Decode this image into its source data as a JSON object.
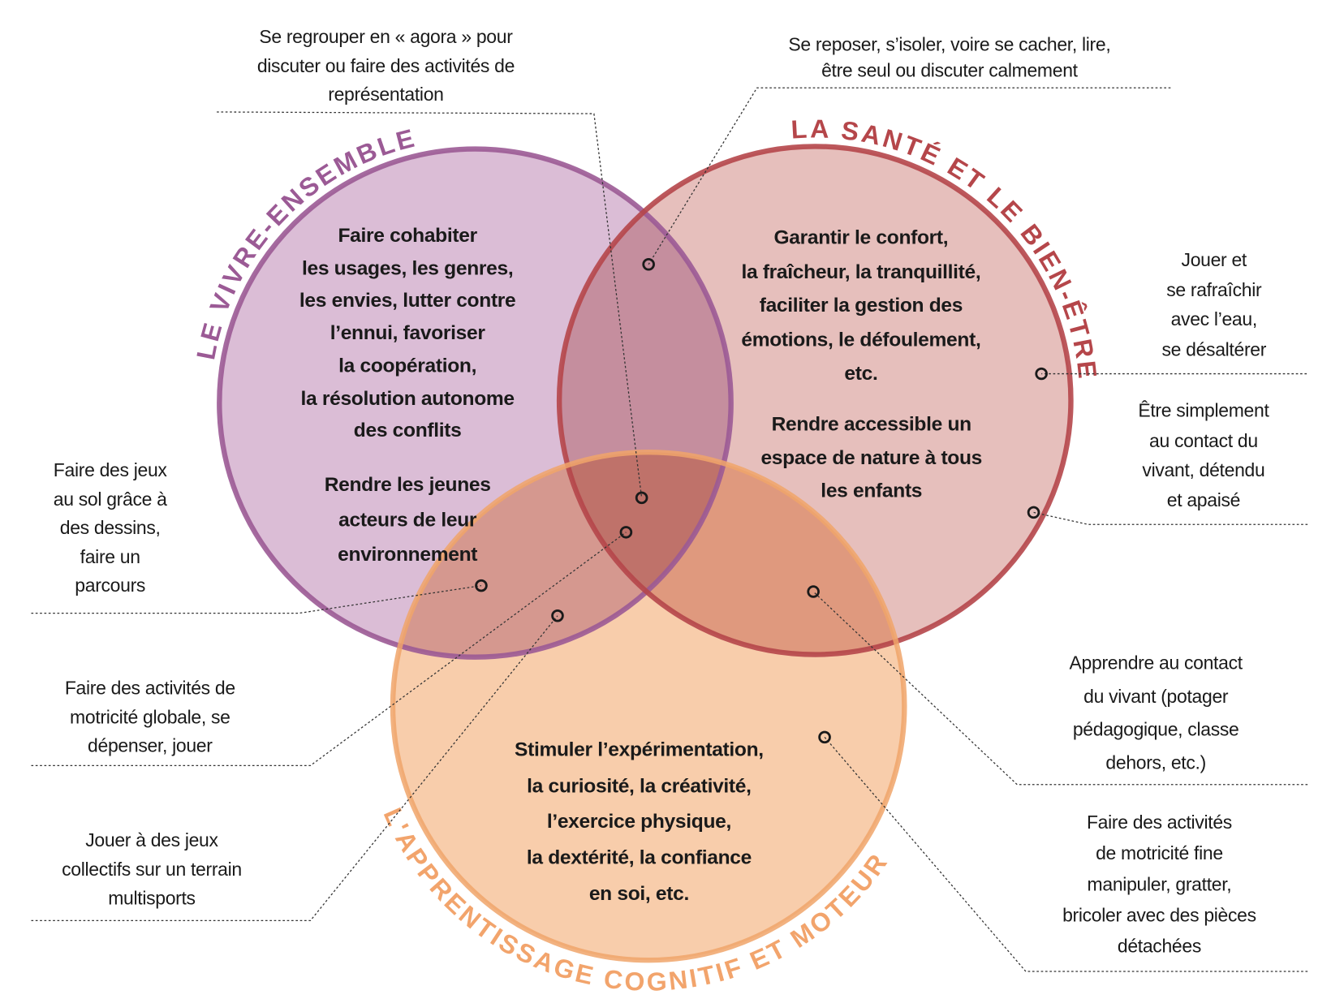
{
  "titles": {
    "vivre_ensemble": "LE VIVRE-ENSEMBLE",
    "sante": "LA SANTÉ ET LE BIEN-ÊTRE",
    "apprentissage": "L'APPRENTISSAGE COGNITIF ET MOTEUR"
  },
  "colors": {
    "vivre_ensemble": "#9b5a95",
    "sante": "#b5464a",
    "apprentissage": "#f2a46c"
  },
  "core": {
    "vivre_1": [
      "Faire cohabiter",
      "les usages, les genres,",
      "les envies, lutter contre",
      "l’ennui, favoriser",
      "la coopération,",
      "la résolution autonome",
      "des conflits"
    ],
    "vivre_2": [
      "Rendre les jeunes",
      "acteurs de leur",
      "environnement"
    ],
    "sante_1": [
      "Garantir le confort,",
      "la fraîcheur, la tranquillité,",
      "faciliter la gestion des",
      "émotions, le défoulement,",
      "etc."
    ],
    "sante_2": [
      "Rendre accessible un",
      "espace de nature à tous",
      "les enfants"
    ],
    "apprentissage_1": [
      "Stimuler l’expérimentation,",
      "la curiosité, la créativité,",
      "l’exercice physique,",
      "la dextérité, la confiance",
      "en soi, etc."
    ]
  },
  "activities": {
    "agora": [
      "Se regrouper en « agora » pour",
      "discuter ou faire des activités de",
      "représentation"
    ],
    "reposer": [
      "Se reposer, s’isoler, voire se cacher, lire,",
      "être seul ou discuter calmement"
    ],
    "eau": [
      "Jouer et",
      "se rafraîchir",
      "avec l’eau,",
      "se désaltérer"
    ],
    "vivant": [
      "Être simplement",
      "au contact du",
      "vivant, détendu",
      "et apaisé"
    ],
    "jeux_sol": [
      "Faire des jeux",
      "au sol grâce à",
      "des dessins,",
      "faire un",
      "parcours"
    ],
    "motricite_globale": [
      "Faire des activités de",
      "motricité globale, se",
      "dépenser, jouer"
    ],
    "jeux_collectifs": [
      "Jouer à des jeux",
      "collectifs sur un terrain",
      "multisports"
    ],
    "apprendre": [
      "Apprendre au contact",
      "du vivant (potager",
      "pédagogique, classe",
      "dehors, etc.)"
    ],
    "motricite_fine": [
      "Faire des activités",
      "de motricité fine",
      "manipuler, gratter,",
      "bricoler avec des pièces",
      "détachées"
    ]
  }
}
